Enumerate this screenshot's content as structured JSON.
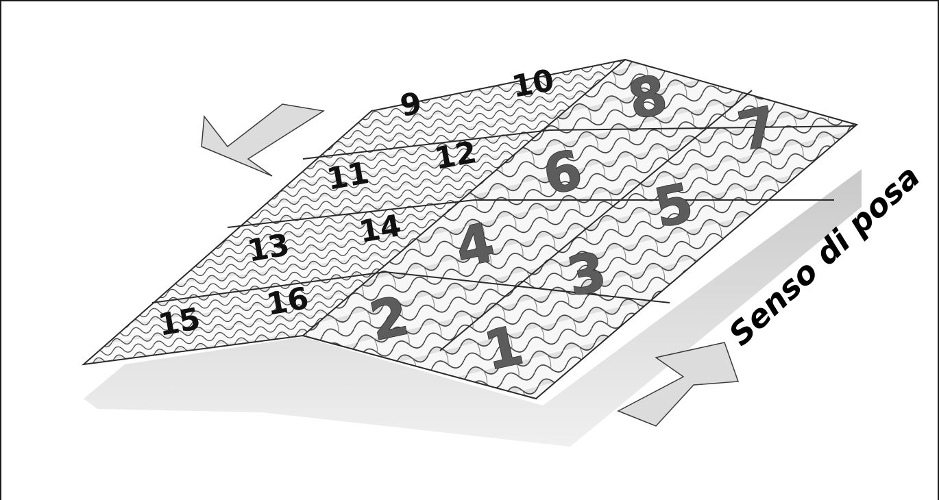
{
  "diagram": {
    "caption": "Senso di posa",
    "front_sheets": [
      "1",
      "2",
      "3",
      "4",
      "5",
      "6",
      "7",
      "8"
    ],
    "back_sheets": [
      "9",
      "10",
      "11",
      "12",
      "13",
      "14",
      "15",
      "16"
    ],
    "arrows": [
      "arrow-up-right",
      "arrow-down-left"
    ]
  }
}
